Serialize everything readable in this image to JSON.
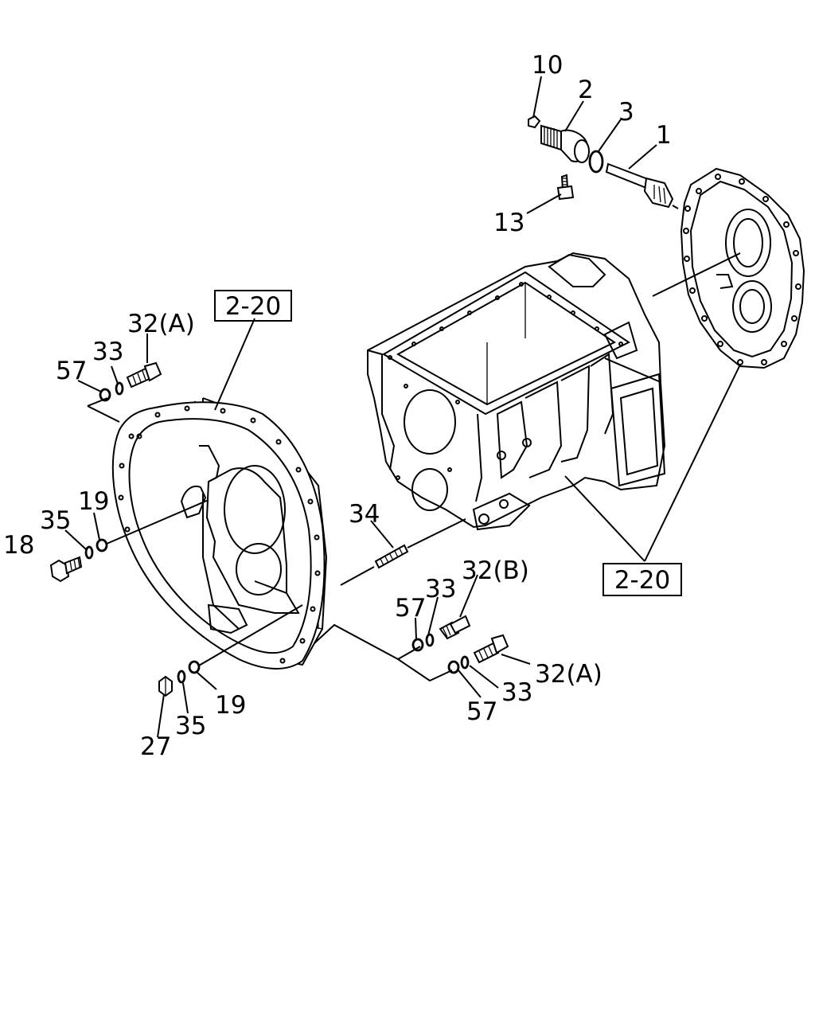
{
  "callouts": [
    {
      "id": "c10",
      "text": "10"
    },
    {
      "id": "c2",
      "text": "2"
    },
    {
      "id": "c3",
      "text": "3"
    },
    {
      "id": "c1",
      "text": "1"
    },
    {
      "id": "c13",
      "text": "13"
    },
    {
      "id": "c32a_top",
      "text": "32(A)"
    },
    {
      "id": "c33_top",
      "text": "33"
    },
    {
      "id": "c57_top",
      "text": "57"
    },
    {
      "id": "c19_left",
      "text": "19"
    },
    {
      "id": "c35_left",
      "text": "35"
    },
    {
      "id": "c18",
      "text": "18"
    },
    {
      "id": "c34",
      "text": "34"
    },
    {
      "id": "c32b",
      "text": "32(B)"
    },
    {
      "id": "c33_mid",
      "text": "33"
    },
    {
      "id": "c57_mid",
      "text": "57"
    },
    {
      "id": "c32a_bot",
      "text": "32(A)"
    },
    {
      "id": "c33_bot",
      "text": "33"
    },
    {
      "id": "c57_bot",
      "text": "57"
    },
    {
      "id": "c19_bot",
      "text": "19"
    },
    {
      "id": "c35_bot",
      "text": "35"
    },
    {
      "id": "c27",
      "text": "27"
    }
  ],
  "references": [
    {
      "id": "ref_left",
      "text": "2-20"
    },
    {
      "id": "ref_right",
      "text": "2-20"
    }
  ]
}
